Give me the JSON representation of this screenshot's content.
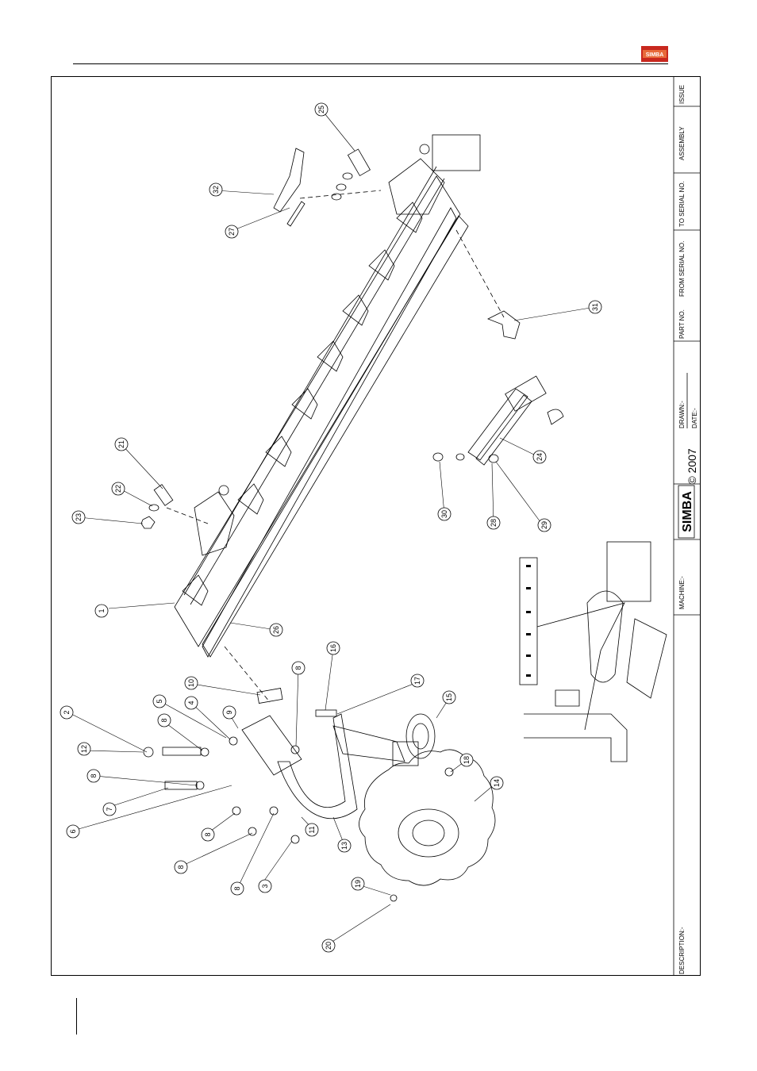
{
  "title_block": {
    "description_label": "DESCRIPTION:-",
    "machine_label": "MACHINE:-",
    "drawn_label": "DRAWN:-",
    "date_label": "DATE:-",
    "part_no_label": "PART NO.",
    "from_serial_label": "FROM SERIAL NO.",
    "to_serial_label": "TO SERIAL NO.",
    "assembly_label": "ASSEMBLY",
    "issue_label": "ISSUE",
    "brand": "SIMBA",
    "copyright": "© 2007"
  },
  "header_logo_text": "SIMBA",
  "callouts": [
    "1",
    "2",
    "3",
    "4",
    "5",
    "6",
    "7",
    "8",
    "8",
    "8",
    "8",
    "8",
    "8",
    "9",
    "10",
    "11",
    "12",
    "13",
    "14",
    "15",
    "16",
    "17",
    "18",
    "19",
    "20",
    "21",
    "22",
    "23",
    "24",
    "25",
    "26",
    "27",
    "28",
    "29",
    "30",
    "31",
    "32"
  ],
  "colors": {
    "logo_red": "#c8281e",
    "ink": "#000000"
  }
}
